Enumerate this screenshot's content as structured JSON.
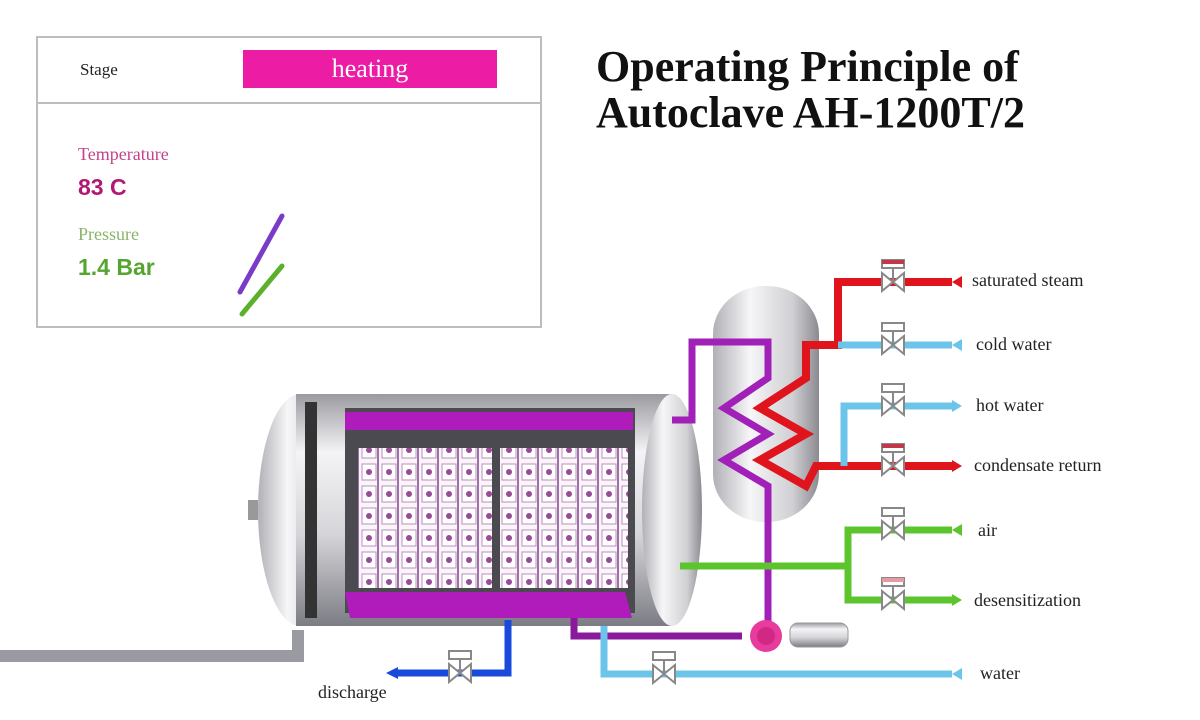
{
  "title": {
    "line1": "Operating Principle of",
    "line2": "Autoclave AH-1200T/2"
  },
  "status_panel": {
    "stage_label": "Stage",
    "stage_value": "heating",
    "stage_color": "#ec1ca4",
    "temperature_label": "Temperature",
    "temperature_value": "83 C",
    "temperature_color": "#b01a74",
    "pressure_label": "Pressure",
    "pressure_value": "1.4 Bar",
    "pressure_color": "#55a52e",
    "trend_icons": [
      "temperature-trend",
      "pressure-trend"
    ]
  },
  "lines": [
    {
      "label": "saturated steam",
      "color": "#e0141c",
      "direction": "in"
    },
    {
      "label": "cold water",
      "color": "#6cc4ea",
      "direction": "in"
    },
    {
      "label": "hot water",
      "color": "#6cc4ea",
      "direction": "out"
    },
    {
      "label": "condensate return",
      "color": "#e0141c",
      "direction": "out"
    },
    {
      "label": "air",
      "color": "#5cc42c",
      "direction": "in"
    },
    {
      "label": "desensitization",
      "color": "#5cc42c",
      "direction": "out"
    },
    {
      "label": "water",
      "color": "#6cc4ea",
      "direction": "in"
    },
    {
      "label": "discharge",
      "color": "#1a4adc",
      "direction": "out"
    }
  ],
  "colors": {
    "circulation": "#a020b8",
    "steam": "#e0141c",
    "water": "#6cc4ea",
    "air": "#5cc42c",
    "discharge": "#1a4adc",
    "drain": "#9a9aa2"
  }
}
